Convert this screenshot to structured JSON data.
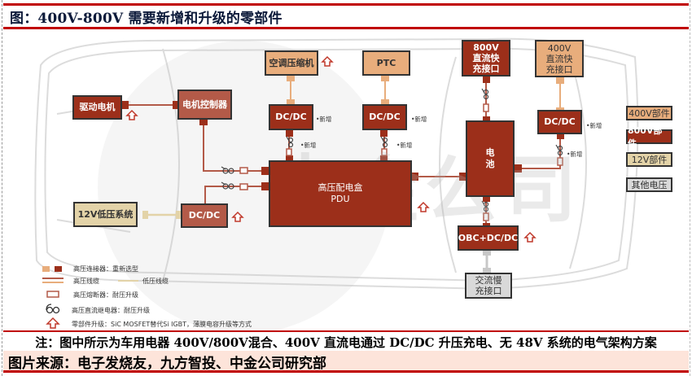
{
  "title": "图：400V-800V 需要新增和升级的零部件",
  "note": "注：图中所示为车用电器 400V/800V混合、400V 直流电通过 DC/DC 升压充电、无 48V 系统的电气架构方案",
  "source": "图片来源：电子发烧友，九方智投、中金公司研究部",
  "watermark": "中金公司",
  "colors": {
    "v800": "#9c2f1a",
    "v800_light": "#b35a48",
    "v400": "#e8ad7c",
    "v12": "#e3d3a8",
    "other": "#d9d9d9",
    "accent_red": "#c00000",
    "source_bg": "#fde4da"
  },
  "components": {
    "drive_motor": "驱动电机",
    "motor_controller": "电机控制器",
    "ac_compressor": "空调压缩机",
    "ptc": "PTC",
    "dcdc_compressor": "DC/DC",
    "dcdc_ptc": "DC/DC",
    "pdu_line1": "高压配电盒",
    "pdu_line2": "PDU",
    "lv12_system": "12V低压系统",
    "dcdc_12v": "DC/DC",
    "fast_800_l1": "800V",
    "fast_800_l2": "直流快",
    "fast_800_l3": "充接口",
    "fast_400_l1": "400V",
    "fast_400_l2": "直流快",
    "fast_400_l3": "充接口",
    "dcdc_400": "DC/DC",
    "battery_l1": "电",
    "battery_l2": "池",
    "obc": "OBC+DC/DC",
    "ac_slow_l1": "交流慢",
    "ac_slow_l2": "充接口"
  },
  "tags": {
    "new": "•新增"
  },
  "legend_right": [
    {
      "label": "400V部件",
      "kind": "v400"
    },
    {
      "label": "800V部件",
      "kind": "v800"
    },
    {
      "label": "12V部件",
      "kind": "v12"
    },
    {
      "label": "其他电压",
      "kind": "other"
    }
  ],
  "legend_bottom": {
    "connector": "高压连接器：重新选型",
    "hv_cable": "高压线缆",
    "lv_cable": "低压线缆",
    "fuse": "高压熔断器：耐压升级",
    "relay": "高压直流继电器：耐压升级",
    "upgrade": "零部件升级：SiC MOSFET替代Si IGBT，薄膜电容升级等方式"
  }
}
